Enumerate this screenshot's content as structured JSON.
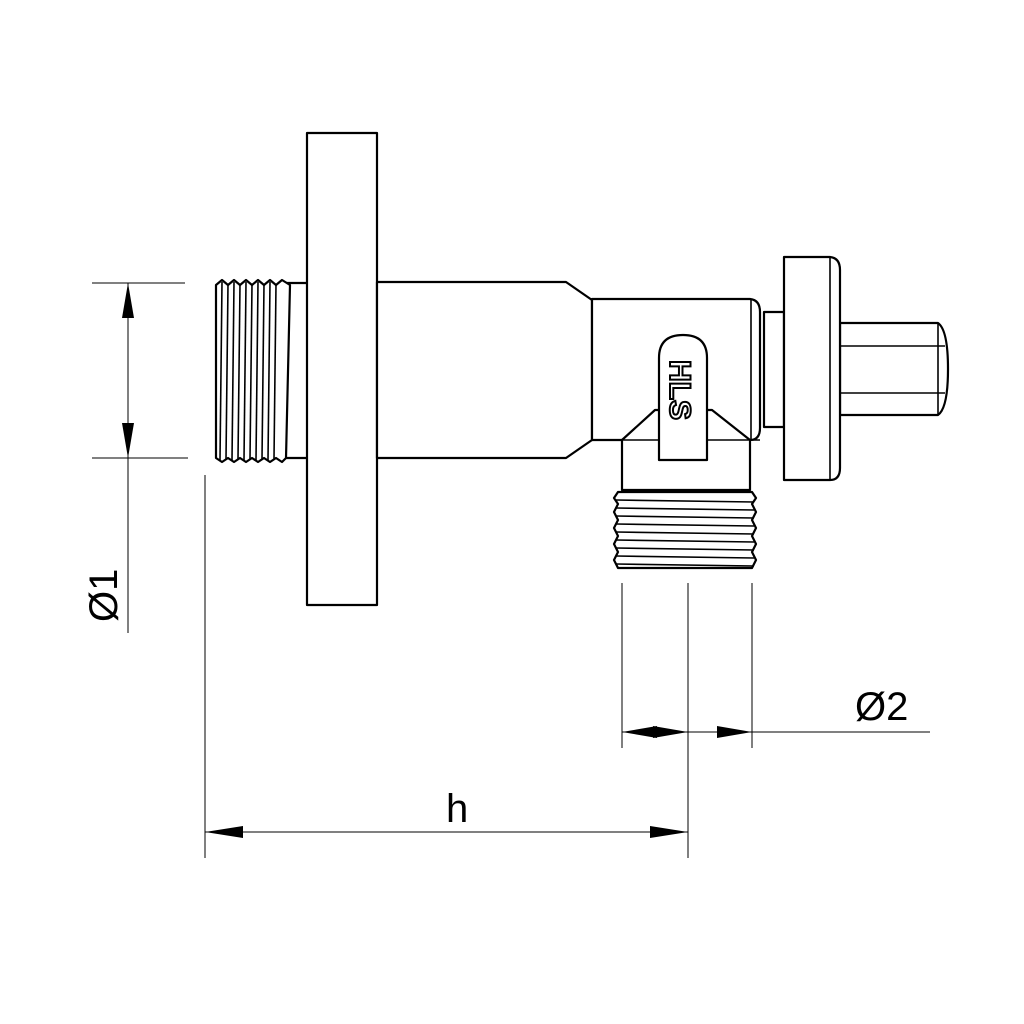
{
  "labels": {
    "diameter_1": "Ø1",
    "diameter_2": "Ø2",
    "height": "h"
  },
  "logo": "HLS",
  "colors": {
    "line": "#000000",
    "background": "#ffffff"
  }
}
